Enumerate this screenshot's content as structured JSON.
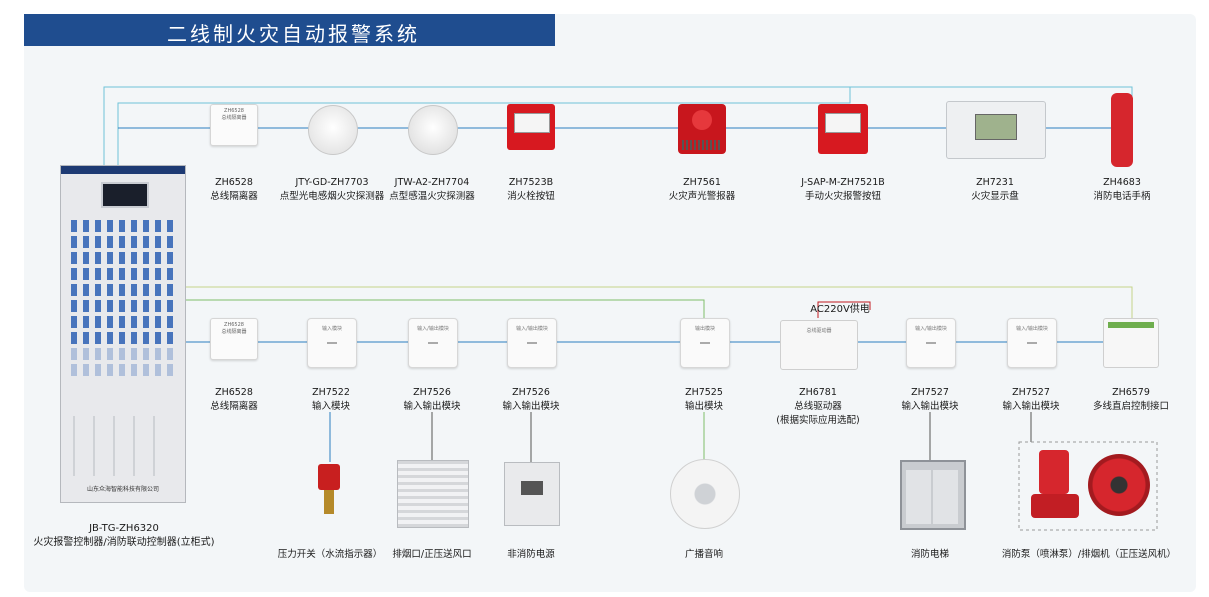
{
  "title": "二线制火灾自动报警系统",
  "controller": {
    "model": "JB-TG-ZH6320",
    "name": "火灾报警控制器/消防联动控制器(立柜式)",
    "cabinet_brand": "山东众海智能科技有限公司"
  },
  "colors": {
    "title_bg": "#1f4d8f",
    "bus_line": "#6fc3d8",
    "bus_line2": "#c6d48a",
    "power_line": "#c3191f",
    "link_line": "#7fbf6a",
    "link_line2": "#2b7fbf"
  },
  "top_devices": [
    {
      "model": "ZH6528",
      "name": "总线隔离器",
      "icon": "isolator"
    },
    {
      "model": "JTY-GD-ZH7703",
      "name": "点型光电感烟火灾探测器",
      "icon": "smoke-detector"
    },
    {
      "model": "JTW-A2-ZH7704",
      "name": "点型感温火灾探测器",
      "icon": "heat-detector"
    },
    {
      "model": "ZH7523B",
      "name": "消火栓按钮",
      "icon": "hydrant-button"
    },
    {
      "model": "ZH7561",
      "name": "火灾声光警报器",
      "icon": "sounder-strobe"
    },
    {
      "model": "J-SAP-M-ZH7521B",
      "name": "手动火灾报警按钮",
      "icon": "manual-call-point"
    },
    {
      "model": "ZH7231",
      "name": "火灾显示盘",
      "icon": "fire-display-panel"
    },
    {
      "model": "ZH4683",
      "name": "消防电话手柄",
      "icon": "fire-phone"
    }
  ],
  "bottom_devices": [
    {
      "model": "ZH6528",
      "name": "总线隔离器",
      "icon": "isolator"
    },
    {
      "model": "ZH7522",
      "name": "输入模块",
      "icon": "module"
    },
    {
      "model": "ZH7526",
      "name": "输入输出模块",
      "icon": "module"
    },
    {
      "model": "ZH7526",
      "name": "输入输出模块",
      "icon": "module"
    },
    {
      "model": "ZH7525",
      "name": "输出模块",
      "icon": "module"
    },
    {
      "model": "ZH6781",
      "name": "总线驱动器",
      "note": "(根据实际应用选配)",
      "icon": "bus-driver"
    },
    {
      "model": "ZH7527",
      "name": "输入输出模块",
      "icon": "module"
    },
    {
      "model": "ZH7527",
      "name": "输入输出模块",
      "icon": "module"
    },
    {
      "model": "ZH6579",
      "name": "多线直启控制接口",
      "icon": "multi-line-interface"
    }
  ],
  "power_label": "AC220V供电",
  "field_devices": [
    {
      "name": "压力开关（水流指示器）",
      "icon": "pressure-switch"
    },
    {
      "name": "排烟口/正压送风口",
      "icon": "smoke-vent"
    },
    {
      "name": "非消防电源",
      "icon": "circuit-breaker"
    },
    {
      "name": "广播音响",
      "icon": "ceiling-speaker"
    },
    {
      "name": "消防电梯",
      "icon": "elevator"
    },
    {
      "name": "消防泵（喷淋泵）/排烟机（正压送风机）",
      "icon": "pump-fan"
    }
  ],
  "module_text": {
    "in": "输入模块",
    "io": "输入/输出模块",
    "out": "输出模块",
    "drv": "总线驱动器"
  }
}
